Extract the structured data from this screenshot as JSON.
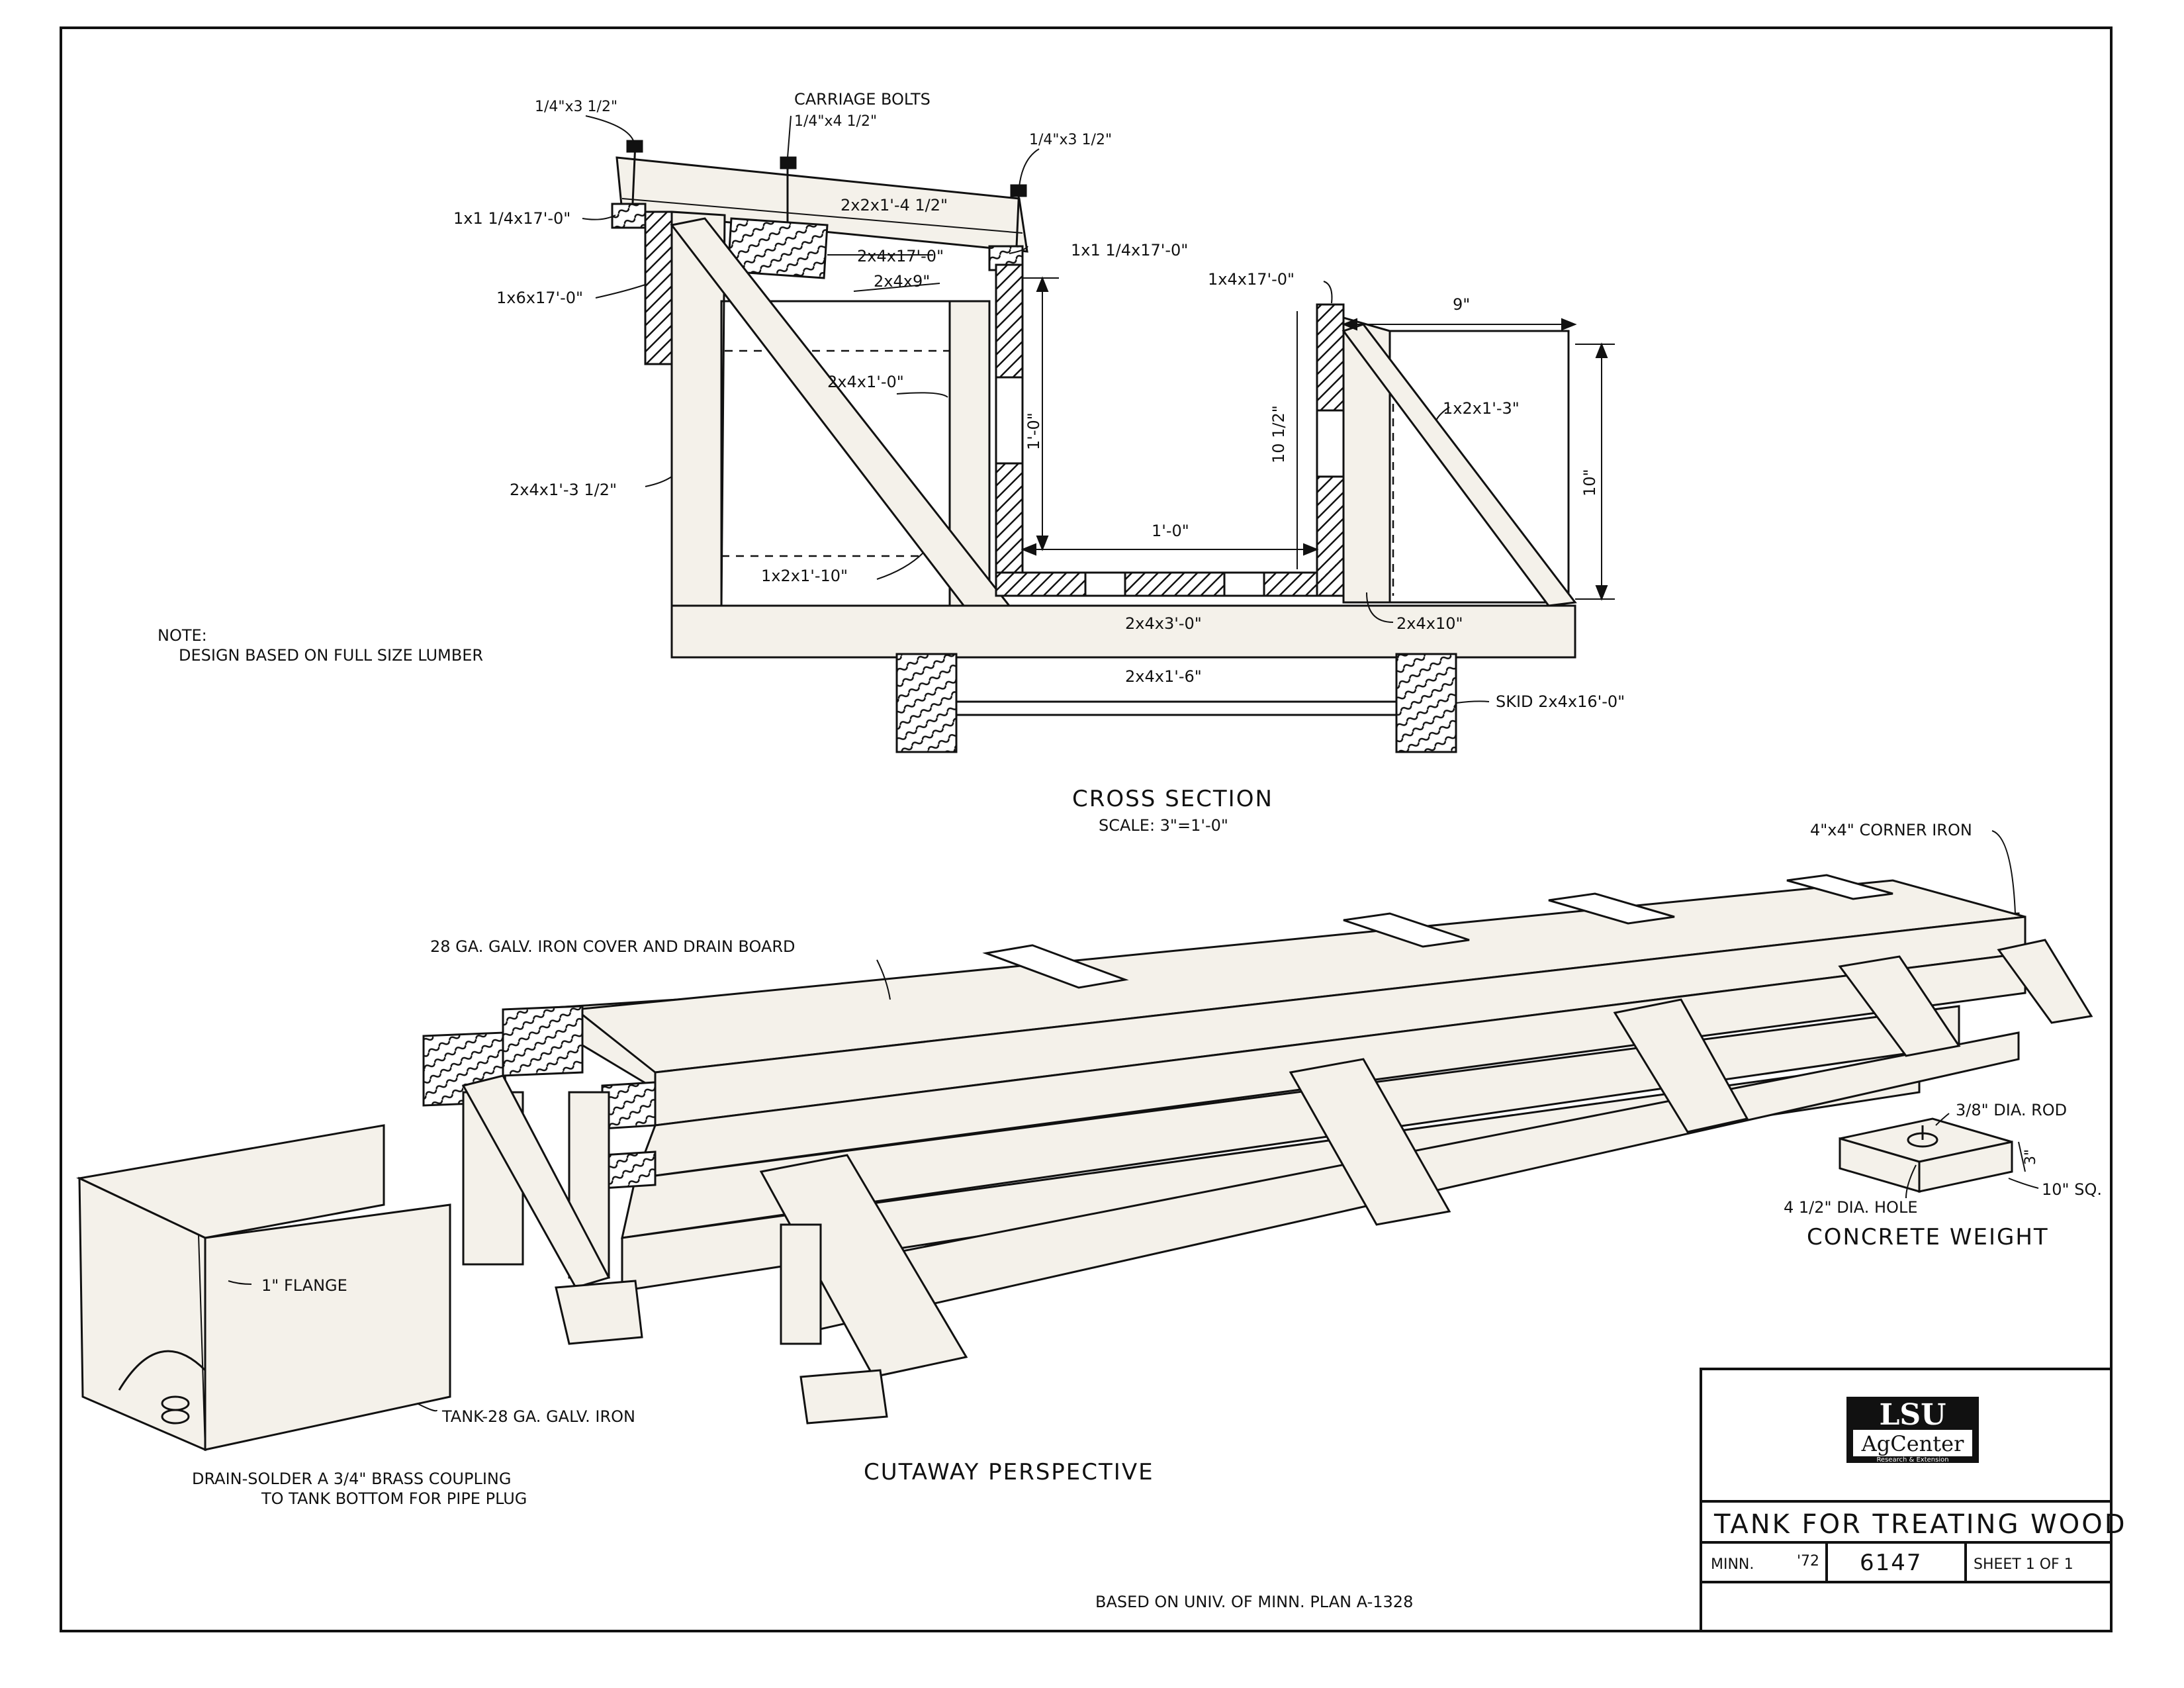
{
  "cross_section": {
    "title": "CROSS SECTION",
    "scale": "SCALE: 3\"=1'-0\"",
    "labels": {
      "bolt_left": "1/4\"x3 1/2\"",
      "carriage_bolts": "CARRIAGE BOLTS",
      "carriage_bolts_size": "1/4\"x4 1/2\"",
      "bolt_right": "1/4\"x3 1/2\"",
      "cleat_top": "2x2x1'-4 1/2\"",
      "strip_left": "1x1 1/4x17'-0\"",
      "strip_right": "1x1 1/4x17'-0\"",
      "board_mid": "2x4x17'-0\"",
      "side_board": "1x6x17'-0\"",
      "block": "2x4x9\"",
      "brace_inner": "2x4x1'-0\"",
      "post_left": "2x4x1'-3 1/2\"",
      "diag_left": "1x2x1'-10\"",
      "tank_side": "1x4x17'-0\"",
      "dim_9": "9\"",
      "dim_10_5": "10 1/2\"",
      "dim_1ft": "1'-0\"",
      "dim_1ft_width": "1'-0\"",
      "dim_10": "10\"",
      "diag_right": "1x2x1'-3\"",
      "crossbar": "2x4x3'-0\"",
      "block_right": "2x4x10\"",
      "lower_bar": "2x4x1'-6\"",
      "skid": "SKID 2x4x16'-0\""
    }
  },
  "note": {
    "heading": "NOTE:",
    "text": "DESIGN BASED ON FULL SIZE LUMBER"
  },
  "perspective": {
    "title": "CUTAWAY PERSPECTIVE",
    "cover_label": "28 GA. GALV. IRON COVER AND DRAIN BOARD",
    "corner_iron": "4\"x4\" CORNER IRON"
  },
  "concrete_weight": {
    "title": "CONCRETE WEIGHT",
    "rod": "3/8\" DIA. ROD",
    "height": "3\"",
    "square": "10\" SQ.",
    "hole": "4 1/2\" DIA. HOLE"
  },
  "tank_detail": {
    "flange": "1\" FLANGE",
    "tank": "TANK-28 GA. GALV. IRON",
    "drain_line1": "DRAIN-SOLDER A 3/4\" BRASS COUPLING",
    "drain_line2": "TO TANK BOTTOM FOR PIPE PLUG"
  },
  "footer": {
    "based_on": "BASED ON UNIV. OF MINN. PLAN A-1328"
  },
  "title_block": {
    "logo_top": "LSU",
    "logo_mid": "AgCenter",
    "logo_sub": "Research & Extension",
    "title": "TANK FOR TREATING WOOD",
    "source": "MINN.",
    "year": "'72",
    "plan_no": "6147",
    "sheet": "SHEET 1 OF 1"
  }
}
